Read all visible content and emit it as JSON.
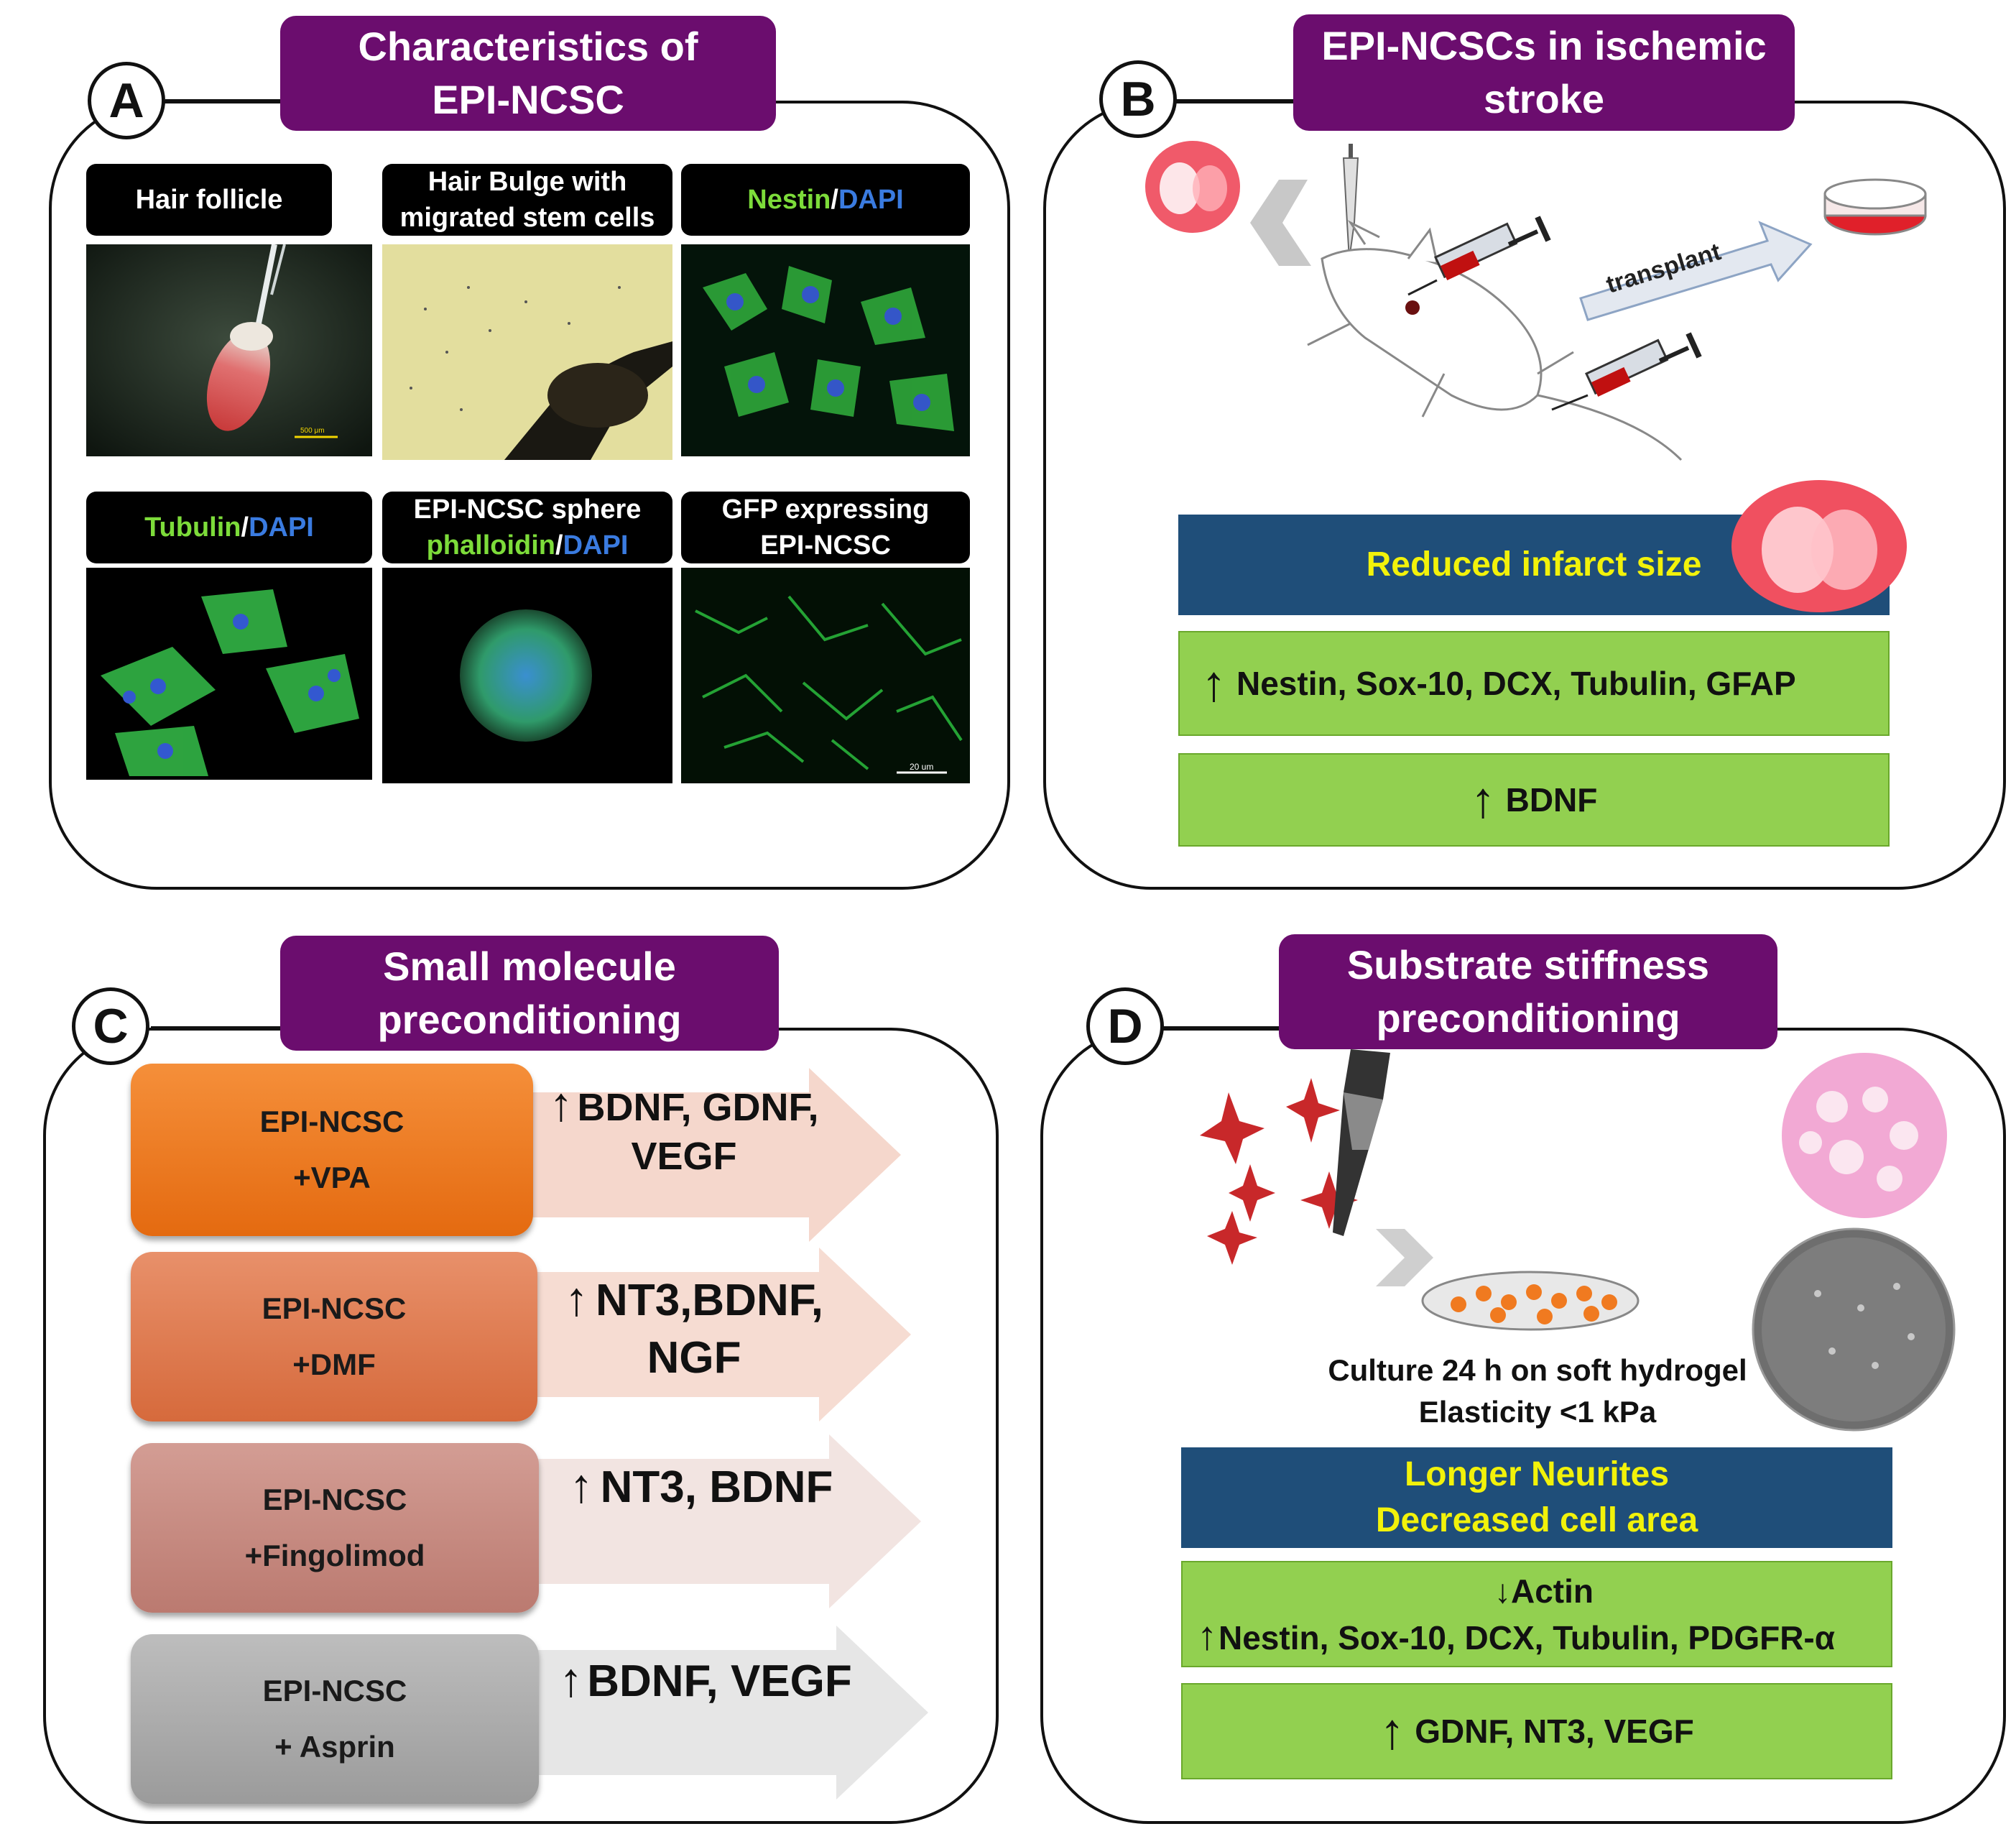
{
  "panel_a": {
    "label": "A",
    "title": [
      "Characteristics  of",
      "EPI-NCSC"
    ],
    "images": [
      {
        "header_lines": [
          "Hair follicle"
        ],
        "scale_bar": "500 μm"
      },
      {
        "header_lines": [
          "Hair Bulge with",
          "migrated stem cells"
        ]
      },
      {
        "header_parts": [
          "Nestin",
          "/",
          "DAPI"
        ]
      },
      {
        "header_parts": [
          "Tubulin",
          "/",
          "DAPI"
        ]
      },
      {
        "header_line1": "EPI-NCSC sphere",
        "header_parts": [
          "phalloidin",
          "/",
          "DAPI"
        ]
      },
      {
        "header_lines": [
          "GFP expressing",
          "EPI-NCSC"
        ],
        "scale_bar": "20 um"
      }
    ]
  },
  "panel_b": {
    "label": "B",
    "title": [
      "EPI-NCSCs in ischemic",
      "stroke"
    ],
    "transplant_label": "transplant",
    "navy_text": "Reduced infarct size",
    "markers_1": "Nestin, Sox-10, DCX, Tubulin, GFAP",
    "markers_2": "BDNF",
    "up_arrow": "↑"
  },
  "panel_c": {
    "label": "C",
    "title": [
      "Small molecule",
      "preconditioning"
    ],
    "rows": [
      {
        "box_lines": [
          "EPI-NCSC",
          "+VPA"
        ],
        "effect_lines": [
          "BDNF, GDNF,",
          "VEGF"
        ],
        "box_color": "#ef7d22",
        "arrow_color": "#f5d7cc"
      },
      {
        "box_lines": [
          "EPI-NCSC",
          "+DMF"
        ],
        "effect_lines": [
          "NT3,BDNF,",
          "NGF"
        ],
        "box_color": "#e07a4f",
        "arrow_color": "#f6dcd2"
      },
      {
        "box_lines": [
          "EPI-NCSC",
          "+Fingolimod"
        ],
        "effect_lines": [
          "NT3, BDNF"
        ],
        "box_color": "#c98c82",
        "arrow_color": "#f2e4e1"
      },
      {
        "box_lines": [
          "EPI-NCSC",
          "+ Asprin"
        ],
        "effect_lines": [
          "BDNF, VEGF"
        ],
        "box_color": "#a9a9a9",
        "arrow_color": "#e6e6e6"
      }
    ]
  },
  "panel_d": {
    "label": "D",
    "title": [
      "Substrate stiffness",
      "preconditioning"
    ],
    "caption": [
      "Culture 24 h on soft hydrogel",
      "Elasticity <1 kPa"
    ],
    "navy_lines": [
      "Longer Neurites",
      "Decreased cell area"
    ],
    "down_marker": "↓Actin",
    "markers_1": "Nestin, Sox-10, DCX, Tubulin, PDGFR-α",
    "markers_2": "GDNF, NT3, VEGF",
    "up_arrow": "↑"
  },
  "colors": {
    "title_purple": "#6b0d6e",
    "navy": "#1f4e79",
    "bar_green": "#92d050",
    "highlight_yellow": "#f2f20a",
    "stain_green": "#7ddc3a",
    "stain_blue": "#3a7be0"
  }
}
